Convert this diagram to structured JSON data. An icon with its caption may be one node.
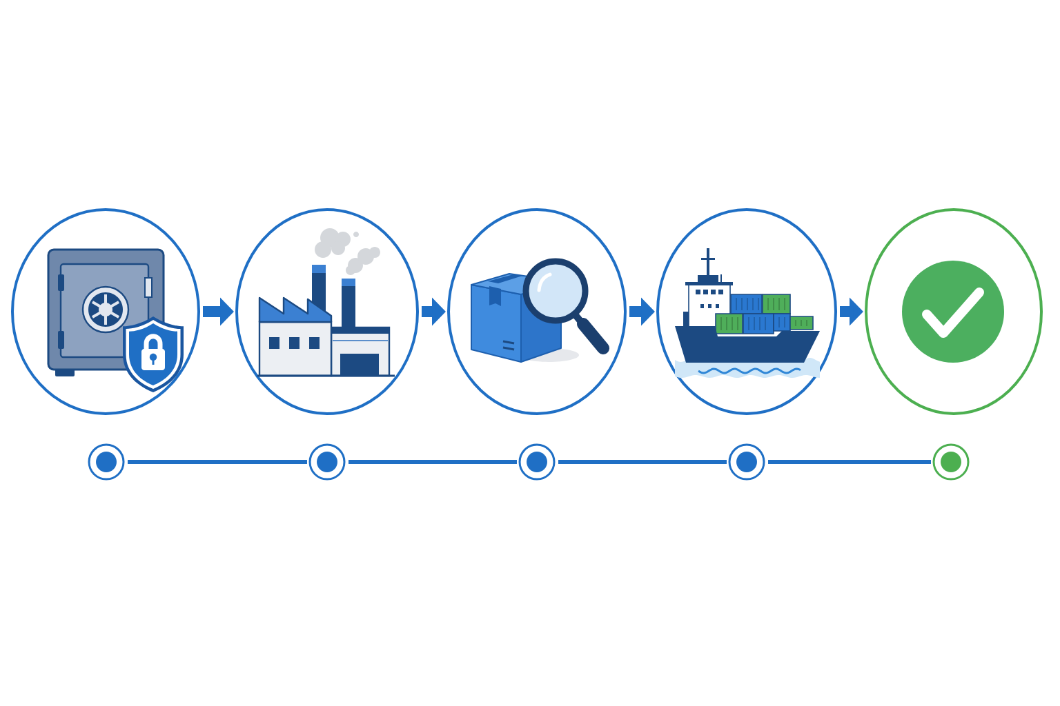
{
  "diagram": {
    "nodes": [
      {
        "text": [],
        "shape": "circle"
      },
      {
        "text": [],
        "shape": "circle"
      },
      {
        "text": [],
        "shape": "circle"
      },
      {
        "text": [],
        "shape": "circle"
      },
      {
        "text": [],
        "shape": "circle"
      },
      {
        "text": [],
        "shape": "circle"
      },
      {
        "text": [],
        "shape": "circle"
      },
      {
        "text": [],
        "shape": "circle"
      },
      {
        "text": [],
        "shape": "circle"
      },
      {
        "text": [],
        "shape": "circle"
      }
    ],
    "edges": [
      {
        "from": 0,
        "to": 1,
        "arrow": "to",
        "style": "thick"
      },
      {
        "from": 1,
        "to": 2,
        "arrow": "to",
        "style": "thick"
      },
      {
        "from": 2,
        "to": 3,
        "arrow": "to",
        "style": "thick"
      },
      {
        "from": 3,
        "to": 4,
        "arrow": "to",
        "style": "thick"
      },
      {
        "from": 5,
        "to": 6,
        "arrow": "none"
      },
      {
        "from": 6,
        "to": 7,
        "arrow": "none"
      },
      {
        "from": 7,
        "to": 8,
        "arrow": "none"
      },
      {
        "from": 8,
        "to": 9,
        "arrow": "none"
      }
    ]
  }
}
